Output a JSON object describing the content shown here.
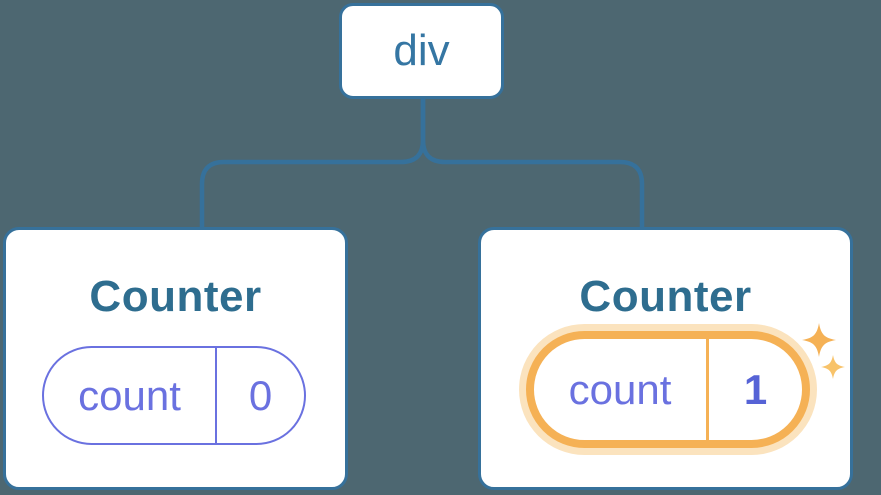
{
  "diagram": {
    "root": {
      "label": "div"
    },
    "children": [
      {
        "title": "Counter",
        "state_key": "count",
        "state_value": "0",
        "highlighted": false
      },
      {
        "title": "Counter",
        "state_key": "count",
        "state_value": "1",
        "highlighted": true
      }
    ]
  },
  "colors": {
    "background": "#4D6771",
    "card_background": "#FFFFFF",
    "tree_line": "#36719B",
    "node_text": "#3576A3",
    "title_text": "#2E6D8F",
    "state_purple": "#6A71E0",
    "state_value_bold": "#5663D6",
    "highlight_orange": "#F5B155",
    "highlight_glow": "#FBE3BE",
    "sparkle_secondary": "#F8C36A"
  }
}
